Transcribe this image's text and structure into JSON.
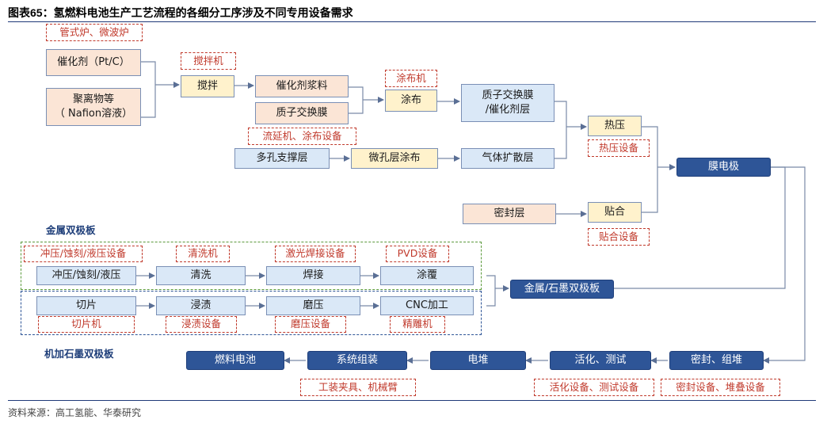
{
  "title": {
    "prefix": "图表65：",
    "text": "氢燃料电池生产工艺流程的各细分工序涉及不同专用设备需求"
  },
  "source": "资料来源：高工氢能、华泰研究",
  "group_labels": {
    "metal": "金属双极板",
    "graphite": "机加石墨双极板"
  },
  "colors": {
    "navy": "#2e5597",
    "pink": "#fbe5d6",
    "yellow": "#fff2cc",
    "light_blue": "#dae8f7",
    "red": "#c0392b"
  },
  "mea": {
    "tube_furnace": "管式炉、微波炉",
    "catalyst": "催化剂（Pt/C）",
    "polymer_line1": "聚离物等",
    "polymer_line2": "（ Nafion溶液）",
    "mixer_equip": "搅拌机",
    "stirring": "搅拌",
    "catalyst_slurry": "催化剂浆料",
    "pem": "质子交换膜",
    "casting_equip": "流延机、涂布设备",
    "coater_equip": "涂布机",
    "coating": "涂布",
    "ccm_line1": "质子交换膜",
    "ccm_line2": "/催化剂层",
    "porous_support": "多孔支撑层",
    "microporous_coating": "微孔层涂布",
    "gdl": "气体扩散层",
    "hot_press": "热压",
    "hot_press_equip": "热压设备",
    "seal_layer": "密封层",
    "laminate": "贴合",
    "laminate_equip": "贴合设备",
    "mea_out": "膜电极"
  },
  "metal": {
    "equip": [
      "冲压/蚀刻/液压设备",
      "清洗机",
      "激光焊接设备",
      "PVD设备"
    ],
    "steps": [
      "冲压/蚀刻/液压",
      "清洗",
      "焊接",
      "涂覆"
    ]
  },
  "graphite": {
    "steps": [
      "切片",
      "浸渍",
      "磨压",
      "CNC加工"
    ],
    "equip": [
      "切片机",
      "浸渍设备",
      "磨压设备",
      "精雕机"
    ]
  },
  "bipolar_out": "金属/石墨双极板",
  "assembly": {
    "steps": [
      "燃料电池",
      "系统组装",
      "电堆",
      "活化、测试",
      "密封、组堆"
    ],
    "equip_system": "工装夹具、机械臂",
    "equip_activation": "活化设备、测试设备",
    "equip_seal": "密封设备、堆叠设备"
  }
}
